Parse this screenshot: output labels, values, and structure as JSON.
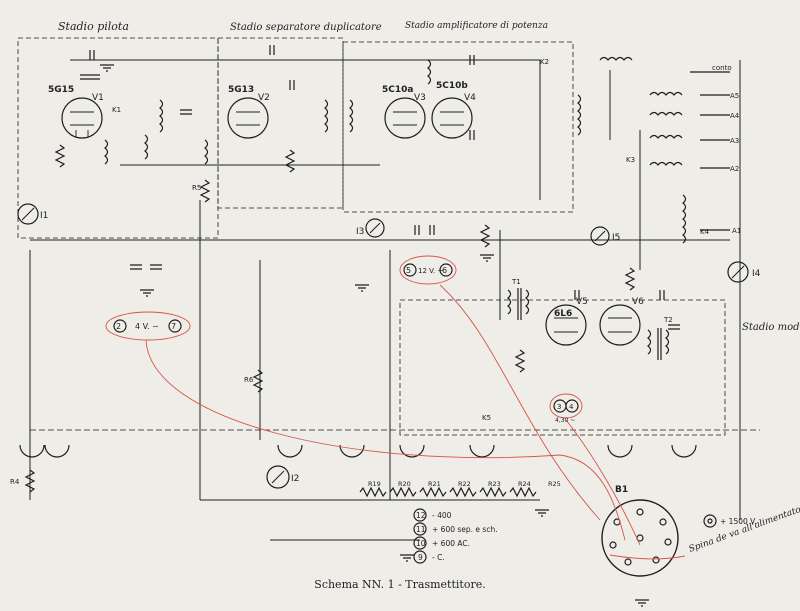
{
  "caption": "Schema NN. 1 - Trasmettitore.",
  "stage_labels": {
    "pilota": "Stadio pilota",
    "separatore": "Stadio separatore duplicatore",
    "amplificatore": "Stadio amplificatore di potenza",
    "modulatore": "Stadio modulatore"
  },
  "tubes": {
    "v1": "V1",
    "v1_type": "5G15",
    "v2": "V2",
    "v2_type": "5G13",
    "v3": "V3",
    "v3_type": "5C10a",
    "v4": "V4",
    "v4_type": "5C10b",
    "v5": "V5",
    "v5_type": "6L6",
    "v6": "V6"
  },
  "meters": {
    "i1": "I1",
    "i2": "I2",
    "i3": "I3",
    "i4": "I4",
    "i5": "I5"
  },
  "supply_labels": {
    "heater_4v_a": "2",
    "heater_4v_b": "7",
    "heater_4v": "4 V. ~",
    "heater_12v_a": "5",
    "heater_12v_b": "6",
    "heater_12v": "12 V. ~",
    "heater_430_a": "3",
    "heater_430_b": "4",
    "heater_430": "4,30 ~"
  },
  "terminals": [
    {
      "num": "12",
      "text": "- 400"
    },
    {
      "num": "11",
      "text": "+ 600 sep. e sch."
    },
    {
      "num": "10",
      "text": "+ 600 AC."
    },
    {
      "num": "9",
      "text": "- C."
    }
  ],
  "plus1500": "+ 1500 V.",
  "socket_label": "B1",
  "antenna_labels": [
    "A5",
    "A4",
    "A3",
    "A2",
    "A1"
  ],
  "antenna_conto": "conto",
  "resistors_bottom": [
    "R19",
    "R20",
    "R21",
    "R22",
    "R23",
    "R24",
    "R25"
  ],
  "handwritten_note": "Spina de va all'alimentatore del trasmettitore",
  "misc_labels": {
    "k1": "K1",
    "k2": "K2",
    "k3": "K3",
    "k4": "K4",
    "k5": "K5",
    "t1": "T1",
    "t2": "T2",
    "r4": "R4",
    "r5": "R5",
    "r6": "R6"
  }
}
